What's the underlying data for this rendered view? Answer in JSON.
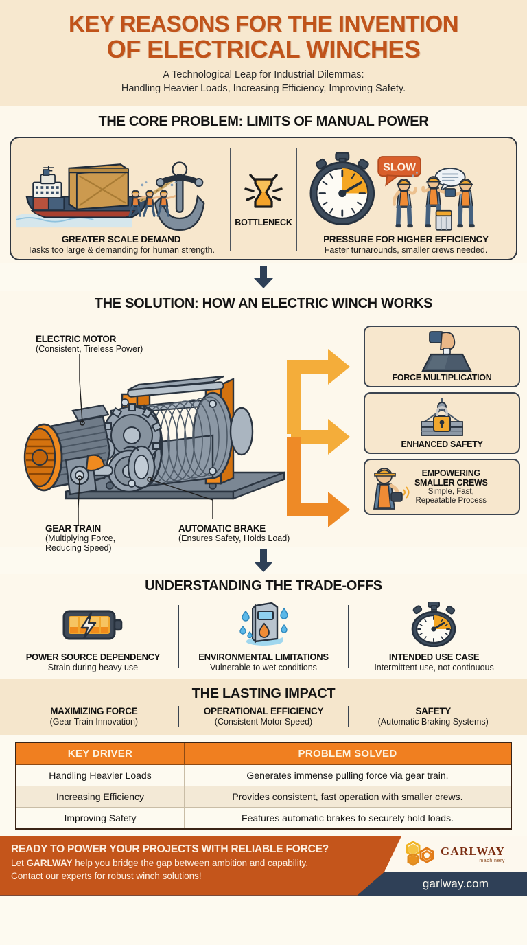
{
  "header": {
    "title_line1": "KEY REASONS FOR THE INVENTION",
    "title_line2": "OF ELECTRICAL WINCHES",
    "subtitle_line1": "A Technological Leap for Industrial Dilemmas:",
    "subtitle_line2": "Handling Heavier Loads, Increasing Efficiency, Improving Safety."
  },
  "core_problem": {
    "heading": "THE CORE PROBLEM: LIMITS OF MANUAL POWER",
    "bottleneck_label": "BOTTLENECK",
    "items": [
      {
        "title": "GREATER SCALE DEMAND",
        "subtitle": "Tasks too large & demanding for human strength.",
        "icon": "cargo-ship-anchor-crew-illustration"
      },
      {
        "title": "PRESSURE FOR HIGHER EFFICIENCY",
        "subtitle": "Faster turnarounds, smaller crews needed.",
        "icon": "stopwatch-workers-illustration",
        "badge": "SLOW"
      }
    ]
  },
  "solution": {
    "heading": "THE SOLUTION: HOW AN ELECTRIC WINCH WORKS",
    "callouts": [
      {
        "title": "ELECTRIC MOTOR",
        "subtitle": "(Consistent, Tireless Power)"
      },
      {
        "title": "GEAR TRAIN",
        "subtitle_line1": "(Multiplying Force,",
        "subtitle_line2": "Reducing Speed)"
      },
      {
        "title": "AUTOMATIC BRAKE",
        "subtitle": "(Ensures Safety, Holds Load)"
      }
    ],
    "benefits": [
      {
        "label": "FORCE MULTIPLICATION",
        "icon": "hand-lifting-weight-icon"
      },
      {
        "label": "ENHANCED SAFETY",
        "icon": "padlock-on-hoisted-platform-icon"
      },
      {
        "label_line1": "EMPOWERING",
        "label_line2": "SMALLER CREWS",
        "sub_line1": "Simple, Fast,",
        "sub_line2": "Repeatable Process",
        "icon": "worker-with-remote-control-icon"
      }
    ]
  },
  "tradeoffs": {
    "heading": "UNDERSTANDING THE TRADE-OFFS",
    "items": [
      {
        "title": "POWER SOURCE DEPENDENCY",
        "subtitle": "Strain during heavy use",
        "icon": "battery-bolt-icon"
      },
      {
        "title": "ENVIRONMENTAL LIMITATIONS",
        "subtitle": "Vulnerable to wet conditions",
        "icon": "wet-control-box-icon"
      },
      {
        "title": "INTENDED USE CASE",
        "subtitle": "Intermittent use, not continuous",
        "icon": "stopwatch-icon"
      }
    ]
  },
  "impact": {
    "heading": "THE LASTING IMPACT",
    "items": [
      {
        "title": "MAXIMIZING FORCE",
        "subtitle": "(Gear Train Innovation)"
      },
      {
        "title": "OPERATIONAL EFFICIENCY",
        "subtitle": "(Consistent Motor Speed)"
      },
      {
        "title": "SAFETY",
        "subtitle": "(Automatic Braking Systems)"
      }
    ]
  },
  "table": {
    "headers": [
      "KEY DRIVER",
      "PROBLEM SOLVED"
    ],
    "rows": [
      [
        "Handling Heavier Loads",
        "Generates immense pulling force via gear train."
      ],
      [
        "Increasing Efficiency",
        "Provides consistent, fast operation with smaller crews."
      ],
      [
        "Improving Safety",
        "Features automatic brakes to securely hold loads."
      ]
    ]
  },
  "footer": {
    "cta": "READY TO POWER YOUR PROJECTS WITH RELIABLE FORCE?",
    "line2_pre": "Let ",
    "line2_brand": "GARLWAY",
    "line2_post": " help you bridge the gap between ambition and capability.",
    "line3": "Contact our experts for robust winch solutions!",
    "logo_name": "GARLWAY",
    "logo_sub": "machinery",
    "url": "garlway.com"
  },
  "colors": {
    "brand_orange": "#c0531a",
    "accent_orange": "#f07f20",
    "navy": "#2f4057",
    "cream": "#fdf8ec",
    "beige": "#f5e6cc"
  }
}
